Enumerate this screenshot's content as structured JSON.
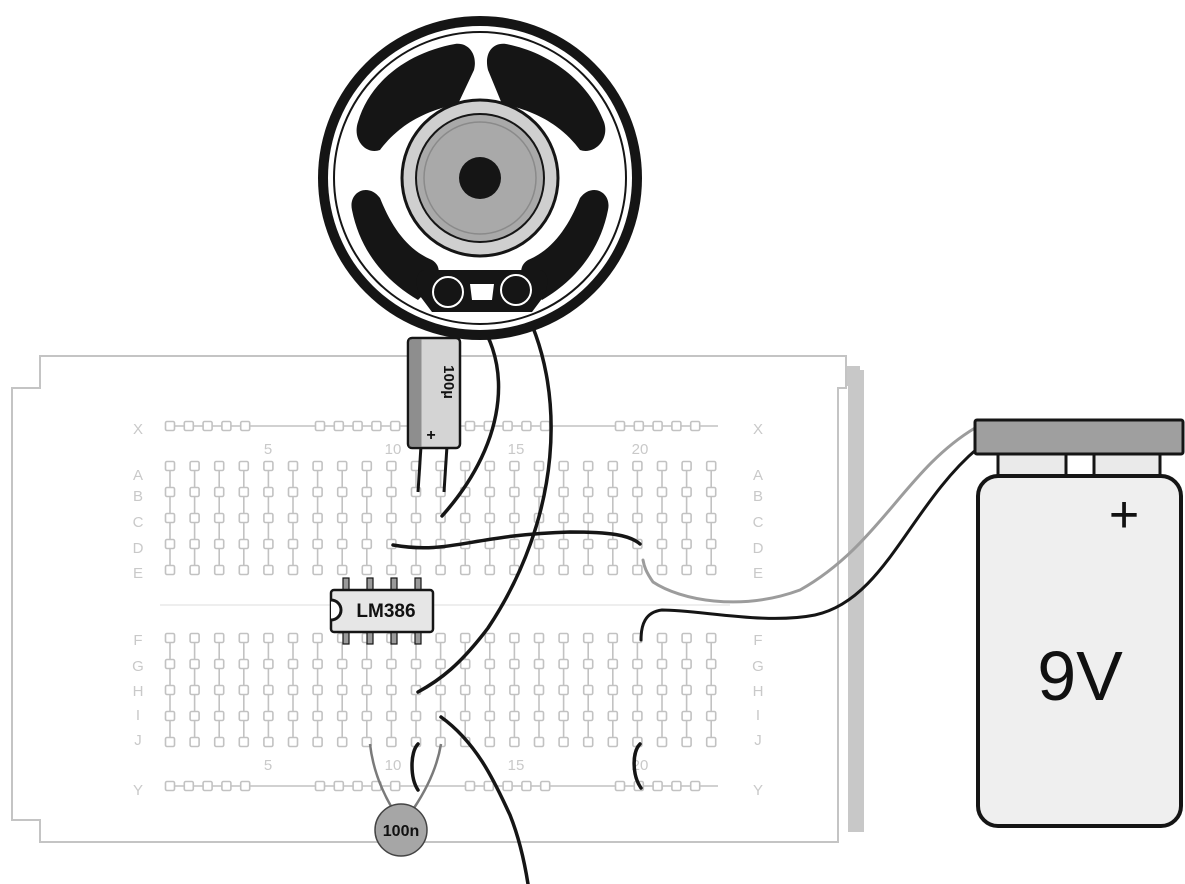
{
  "breadboard": {
    "rails": {
      "top": "X",
      "bottom": "Y"
    },
    "rows_upper": [
      "A",
      "B",
      "C",
      "D",
      "E"
    ],
    "rows_lower": [
      "F",
      "G",
      "H",
      "I",
      "J"
    ],
    "column_numbers": [
      "5",
      "10",
      "15",
      "20"
    ]
  },
  "components": {
    "ic_label": "LM386",
    "electrolytic_cap_label": "100µ",
    "electrolytic_cap_polarity": "+",
    "ceramic_cap_label": "100n",
    "battery_label": "9V",
    "battery_polarity": "+"
  },
  "colors": {
    "outline": "#111111",
    "board_frame": "#c8c8c8",
    "hole_stroke": "#c2c2c2",
    "speaker_cone": "#a9a9a9",
    "battery_body": "#efefef",
    "battery_cap": "#9f9f9f"
  }
}
